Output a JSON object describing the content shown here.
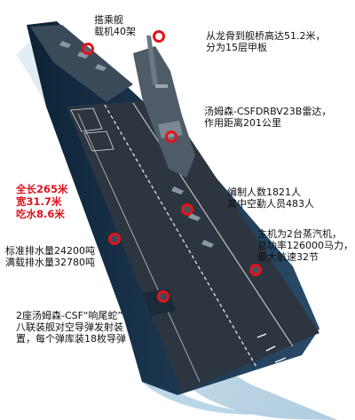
{
  "labels": {
    "aircraft": "搭乘舰\n载机40架",
    "decks": "从龙骨到舰桥高达51.2米，\n分为15层甲板",
    "radar": "汤姆森-CSFDRBV23B雷达，\n作用距离201公里",
    "crew": "编制人数1821人\n其中空勤人员483人",
    "dimensions": "全长265米\n宽31.7米\n吃水8.6米",
    "engine": "主机为2台蒸汽机，\n总功率126000马力，\n最大航速32节",
    "displacement": "标准排水量24200吨\n满载排水量32780吨",
    "missiles": "2座汤姆森-CSF“响尾蛇”\n八联装舰对空导弹发射装\n置，每个弹库装18枚导弹"
  },
  "colors": {
    "marker": "#e3131c",
    "hull": "#16304a",
    "deck": "#2c3540",
    "water": "#8fbad6",
    "highlight": "#e0121c"
  }
}
